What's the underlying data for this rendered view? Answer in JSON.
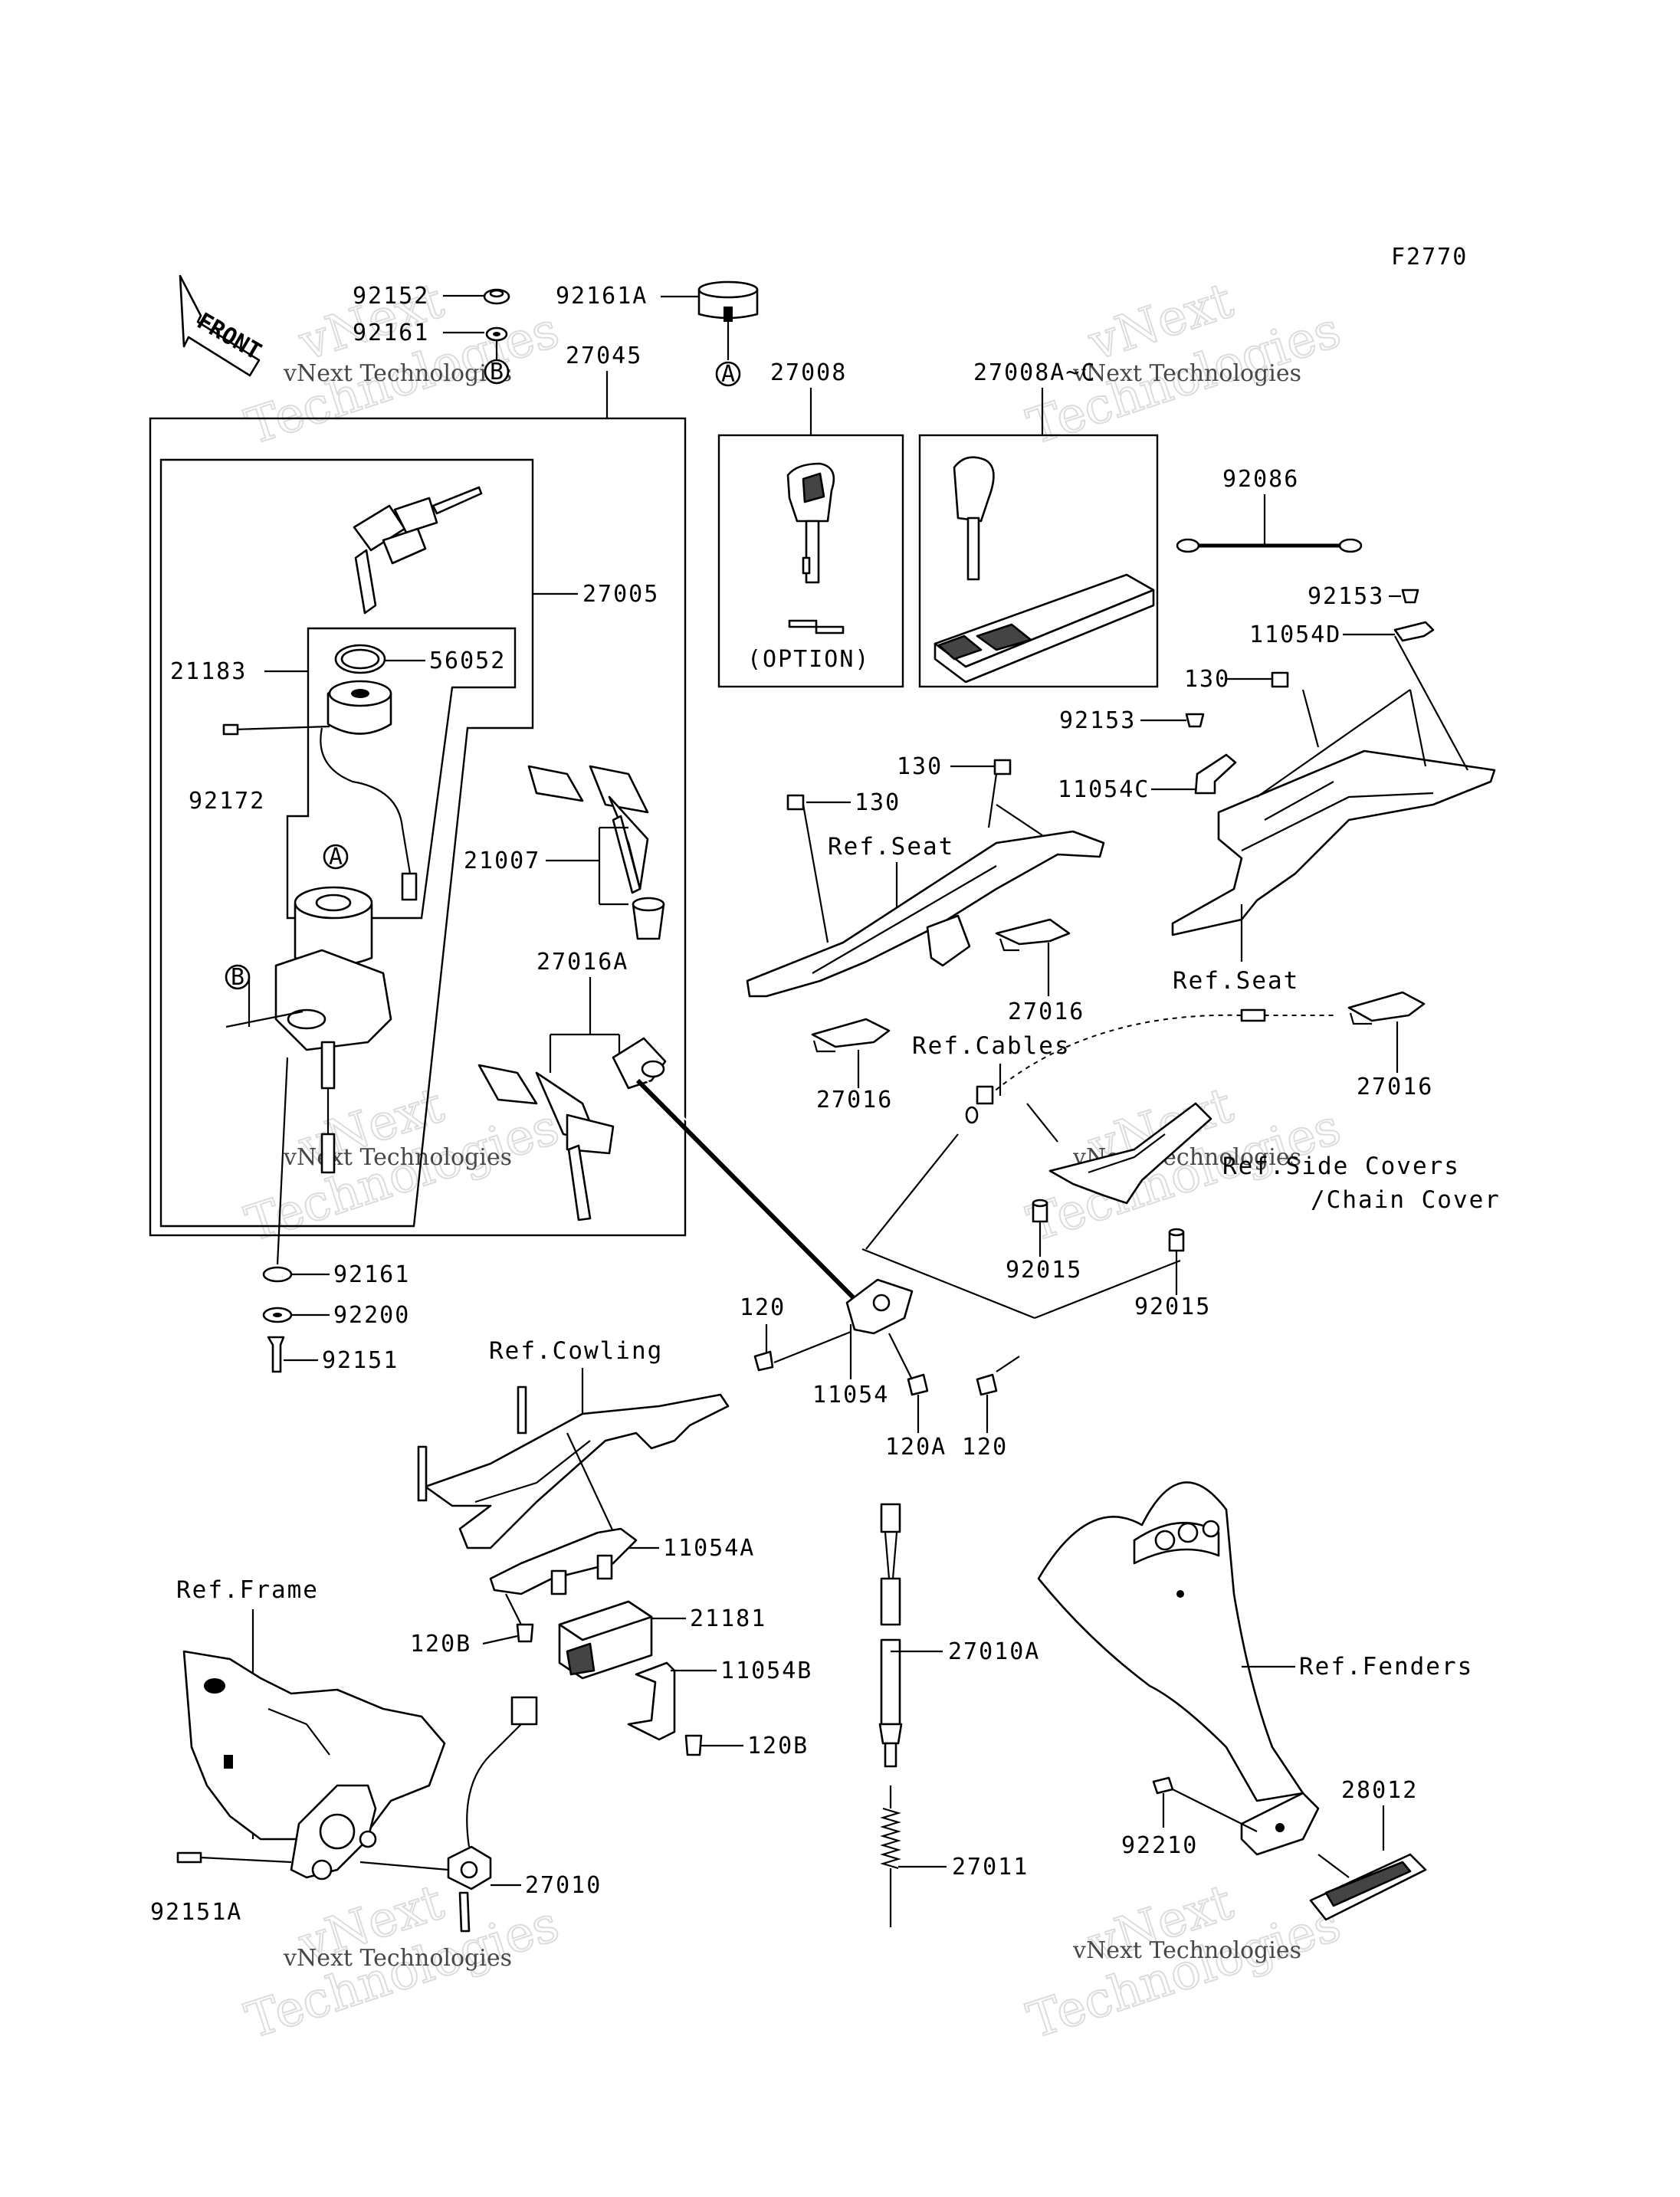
{
  "figure_id": "F2770",
  "front_arrow": "FRONT",
  "watermark": {
    "line1": "vNext Technologies",
    "line2": "Technologies",
    "big": "vNext"
  },
  "callouts": {
    "92152": "92152",
    "92161_top": "92161",
    "92161A": "92161A",
    "27045": "27045",
    "27008": "27008",
    "27008A_C": "27008A~C",
    "option": "(OPTION)",
    "27005": "27005",
    "21183": "21183",
    "56052": "56052",
    "92172": "92172",
    "21007": "21007",
    "27016A": "27016A",
    "92161": "92161",
    "92200": "92200",
    "92151": "92151",
    "92086": "92086",
    "92153_a": "92153",
    "11054D": "11054D",
    "130_a": "130",
    "92153_b": "92153",
    "11054C": "11054C",
    "130_b": "130",
    "130_c": "130",
    "27016_a": "27016",
    "27016_b": "27016",
    "27016_c": "27016",
    "92015_a": "92015",
    "92015_b": "92015",
    "120_a": "120",
    "11054": "11054",
    "120A": "120A",
    "120_b": "120",
    "11054A": "11054A",
    "21181": "21181",
    "11054B": "11054B",
    "120B_a": "120B",
    "120B_b": "120B",
    "27010A": "27010A",
    "27011": "27011",
    "27010": "27010",
    "92151A": "92151A",
    "92210": "92210",
    "28012": "28012",
    "circle_A": "A",
    "circle_B": "B"
  },
  "references": {
    "seat_1": "Ref.Seat",
    "seat_2": "Ref.Seat",
    "cables": "Ref.Cables",
    "side_covers": "Ref.Side Covers",
    "chain_cover": "/Chain Cover",
    "cowling": "Ref.Cowling",
    "frame": "Ref.Frame",
    "fenders": "Ref.Fenders"
  }
}
